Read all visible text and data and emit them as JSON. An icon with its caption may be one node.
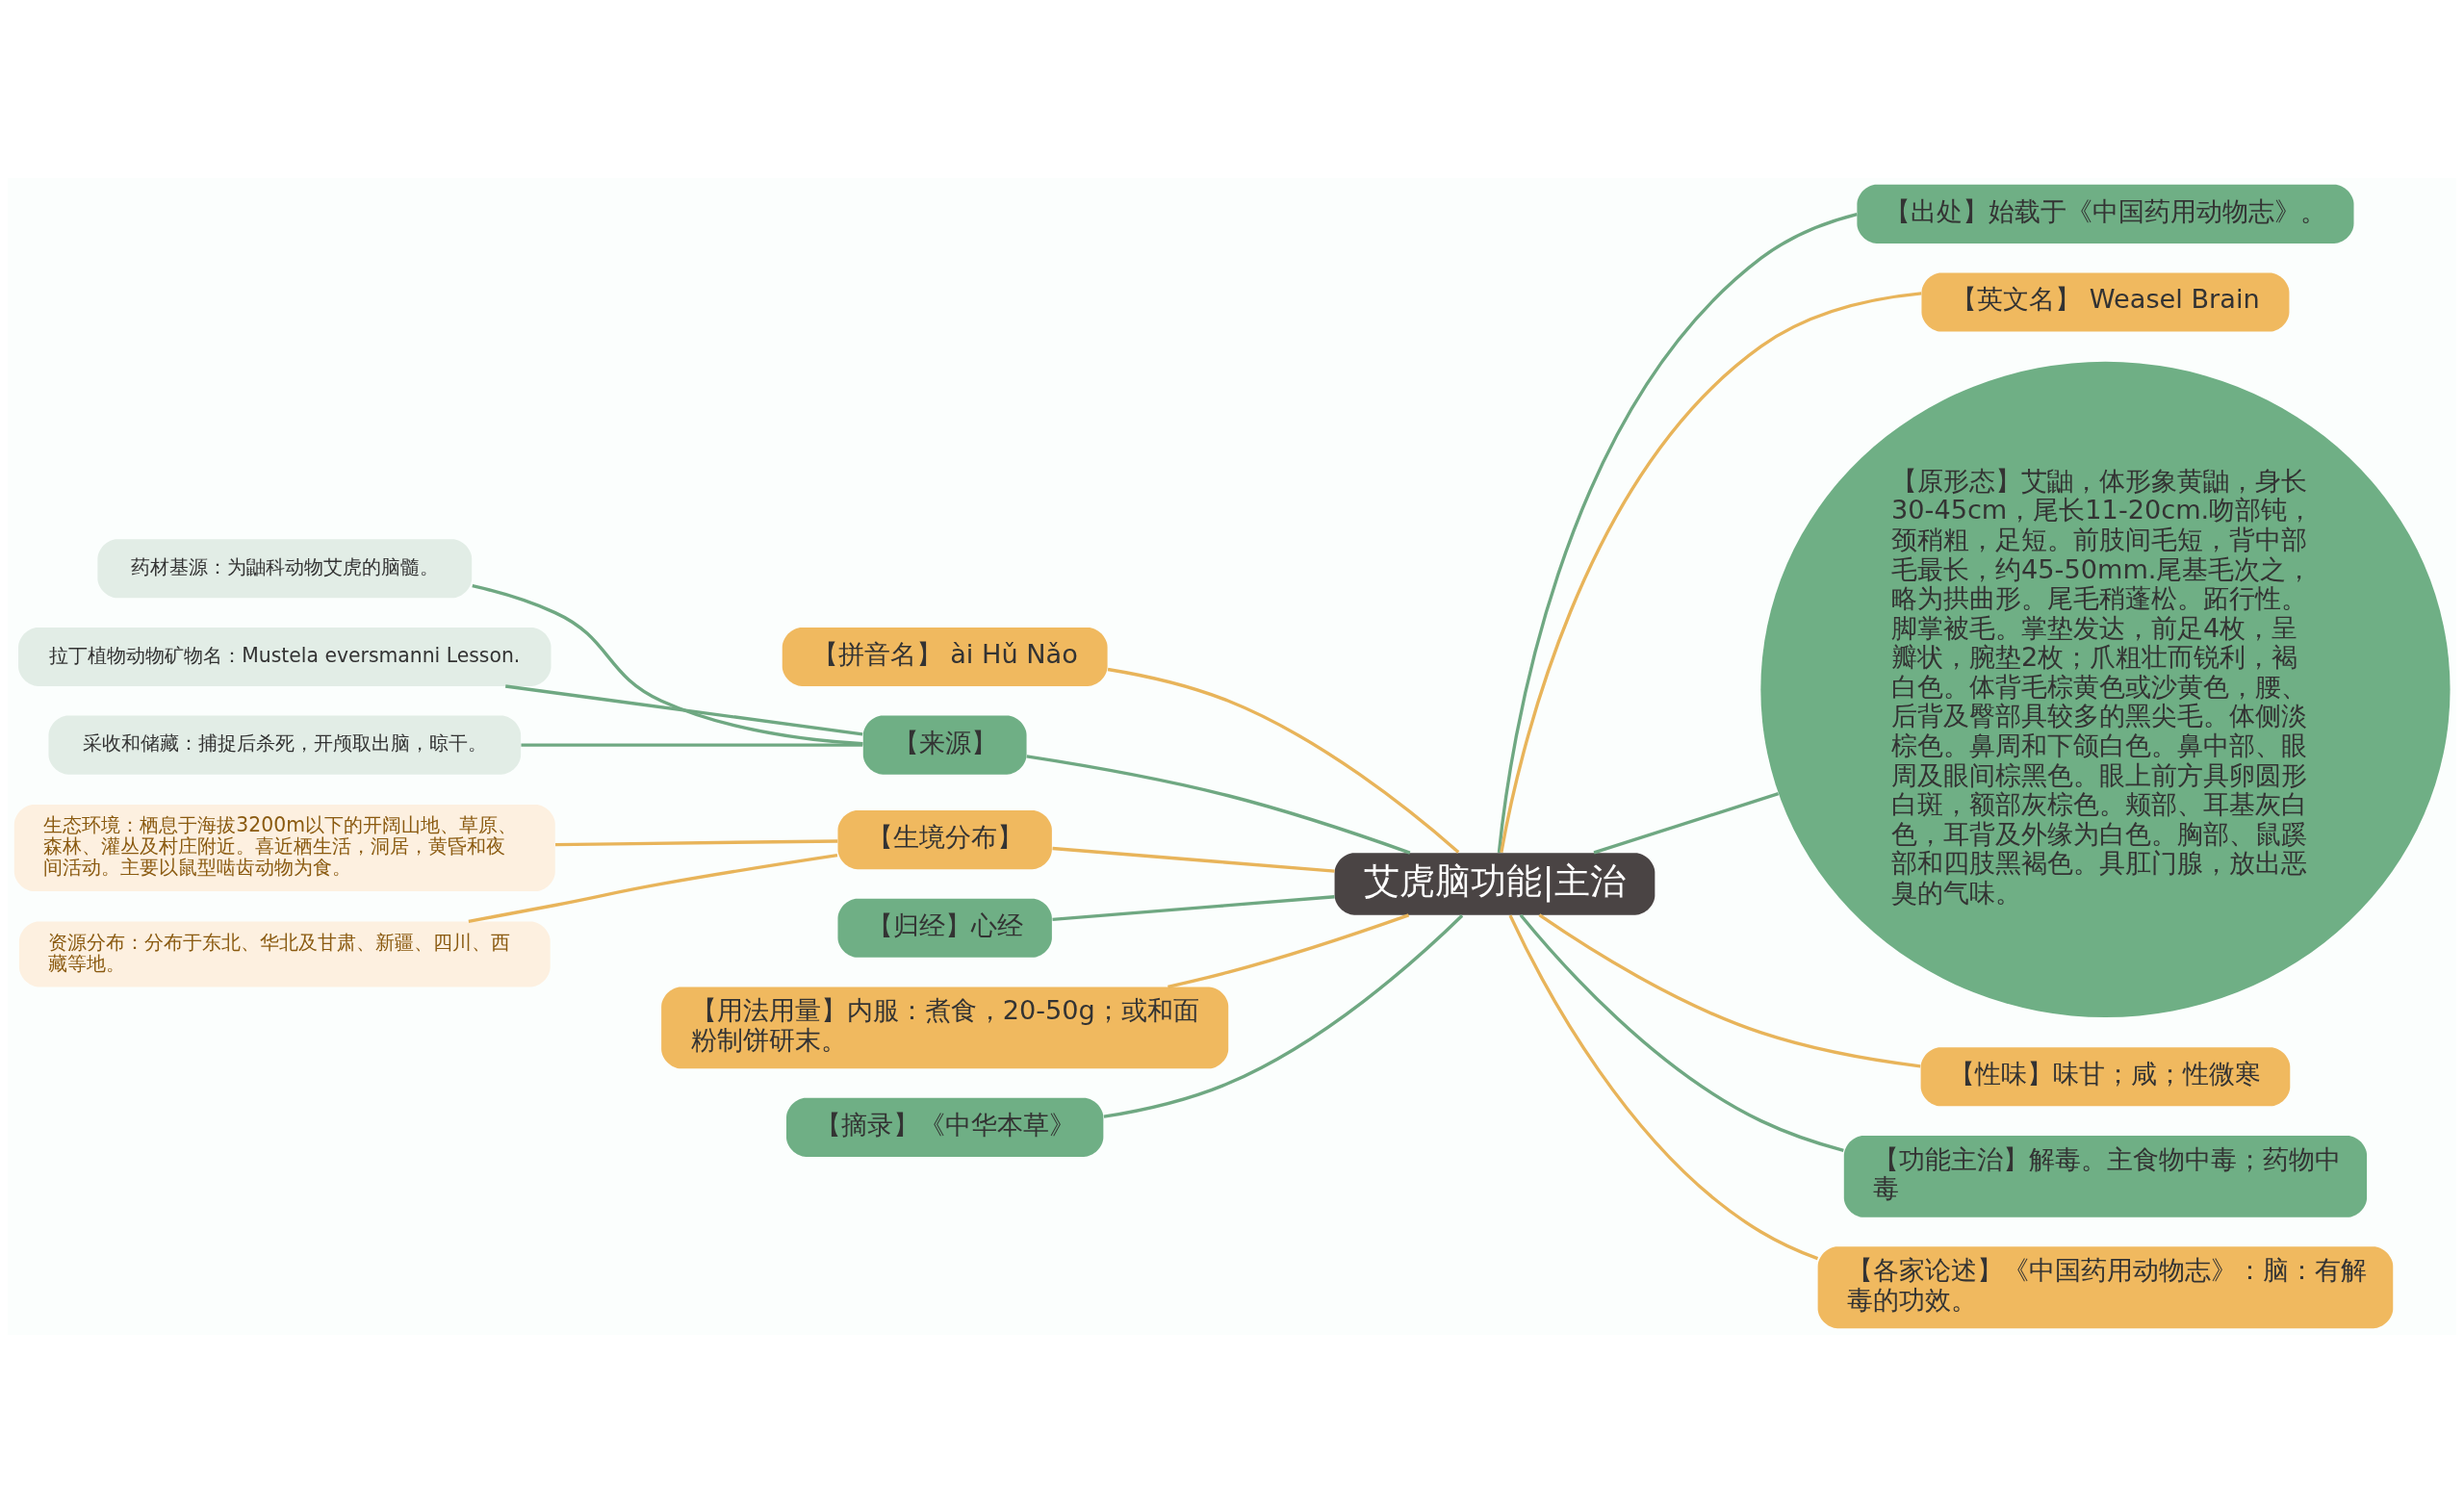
{
  "diagram": {
    "nodes": [
      {
        "text": [
          "艾虎脑功能|主治"
        ]
      },
      {
        "text": [
          "【拼音名】 ài Hǔ Nǎo"
        ]
      },
      {
        "text": [
          "【来源】"
        ]
      },
      {
        "text": [
          "药材基源：为鼬科动物艾虎的脑髓。"
        ]
      },
      {
        "text": [
          "拉丁植物动物矿物名：Mustela eversmanni Lesson."
        ]
      },
      {
        "text": [
          "采收和储藏：捕捉后杀死，开颅取出脑，晾干。"
        ]
      },
      {
        "text": [
          "【生境分布】"
        ]
      },
      {
        "text": [
          "生态环境：栖息于海拔3200m以下的开阔山地、草原、森林、灌丛及村庄附近。喜近栖生活，洞居，黄昏和夜间活动。主要以鼠型啮齿动物为食。"
        ]
      },
      {
        "text": [
          "资源分布：分布于东北、华北及甘肃、新疆、四川、西藏等地。"
        ]
      },
      {
        "text": [
          "【归经】心经"
        ]
      },
      {
        "text": [
          "【用法用量】内服：煮食，20-50g；或和面粉制饼研末。"
        ]
      },
      {
        "text": [
          "【摘录】《中华本草》"
        ]
      },
      {
        "text": [
          "【出处】始载于《中国药用动物志》。"
        ]
      },
      {
        "text": [
          "【英文名】 Weasel Brain"
        ]
      },
      {
        "text": [
          "【原形态】艾鼬，体形象黄鼬，身长30-45cm，尾长11-20cm.吻部钝，颈稍粗，足短。前肢间毛短，背中部毛最长，约45-50mm.尾基毛次之，略为拱曲形。尾毛稍蓬松。跖行性。脚掌被毛。掌垫发达，前足4枚，呈瓣状，腕垫2枚；爪粗壮而锐利，褐白色。体背毛棕黄色或沙黄色，腰、后背及臀部具较多的黑尖毛。体侧淡棕色。鼻周和下颌白色。鼻中部、眼周及眼间棕黑色。眼上前方具卵圆形白斑，额部灰棕色。颊部、耳基灰白色，耳背及外缘为白色。胸部、鼠蹊部和四肢黑褐色。具肛门腺，放出恶臭的气味。"
        ]
      },
      {
        "text": [
          "【性味】味甘；咸；性微寒"
        ]
      },
      {
        "text": [
          "【功能主治】解毒。主食物中毒；药物中毒"
        ]
      },
      {
        "text": [
          "【各家论述】《中国药用动物志》：脑：有解毒的功效。"
        ]
      }
    ],
    "edges": [
      {
        "from": 1,
        "to": 0,
        "arrow": "none",
        "color": "#e8b45a"
      },
      {
        "from": 2,
        "to": 0,
        "arrow": "none"
      },
      {
        "from": 3,
        "to": 2,
        "arrow": "none"
      },
      {
        "from": 4,
        "to": 2,
        "arrow": "none"
      },
      {
        "from": 5,
        "to": 2,
        "arrow": "none"
      },
      {
        "from": 6,
        "to": 0,
        "arrow": "none",
        "color": "#e8b45a"
      },
      {
        "from": 7,
        "to": 6,
        "arrow": "none",
        "color": "#e8b45a"
      },
      {
        "from": 8,
        "to": 6,
        "arrow": "none",
        "color": "#e8b45a"
      },
      {
        "from": 9,
        "to": 0,
        "arrow": "none"
      },
      {
        "from": 10,
        "to": 0,
        "arrow": "none",
        "color": "#e8b45a"
      },
      {
        "from": 11,
        "to": 0,
        "arrow": "none"
      },
      {
        "from": 0,
        "to": 12,
        "arrow": "none"
      },
      {
        "from": 0,
        "to": 13,
        "arrow": "none",
        "color": "#e8b45a"
      },
      {
        "from": 0,
        "to": 14,
        "arrow": "none"
      },
      {
        "from": 0,
        "to": 15,
        "arrow": "none",
        "color": "#e8b45a"
      },
      {
        "from": 0,
        "to": 16,
        "arrow": "none"
      },
      {
        "from": 0,
        "to": 17,
        "arrow": "none",
        "color": "#e8b45a"
      }
    ]
  }
}
